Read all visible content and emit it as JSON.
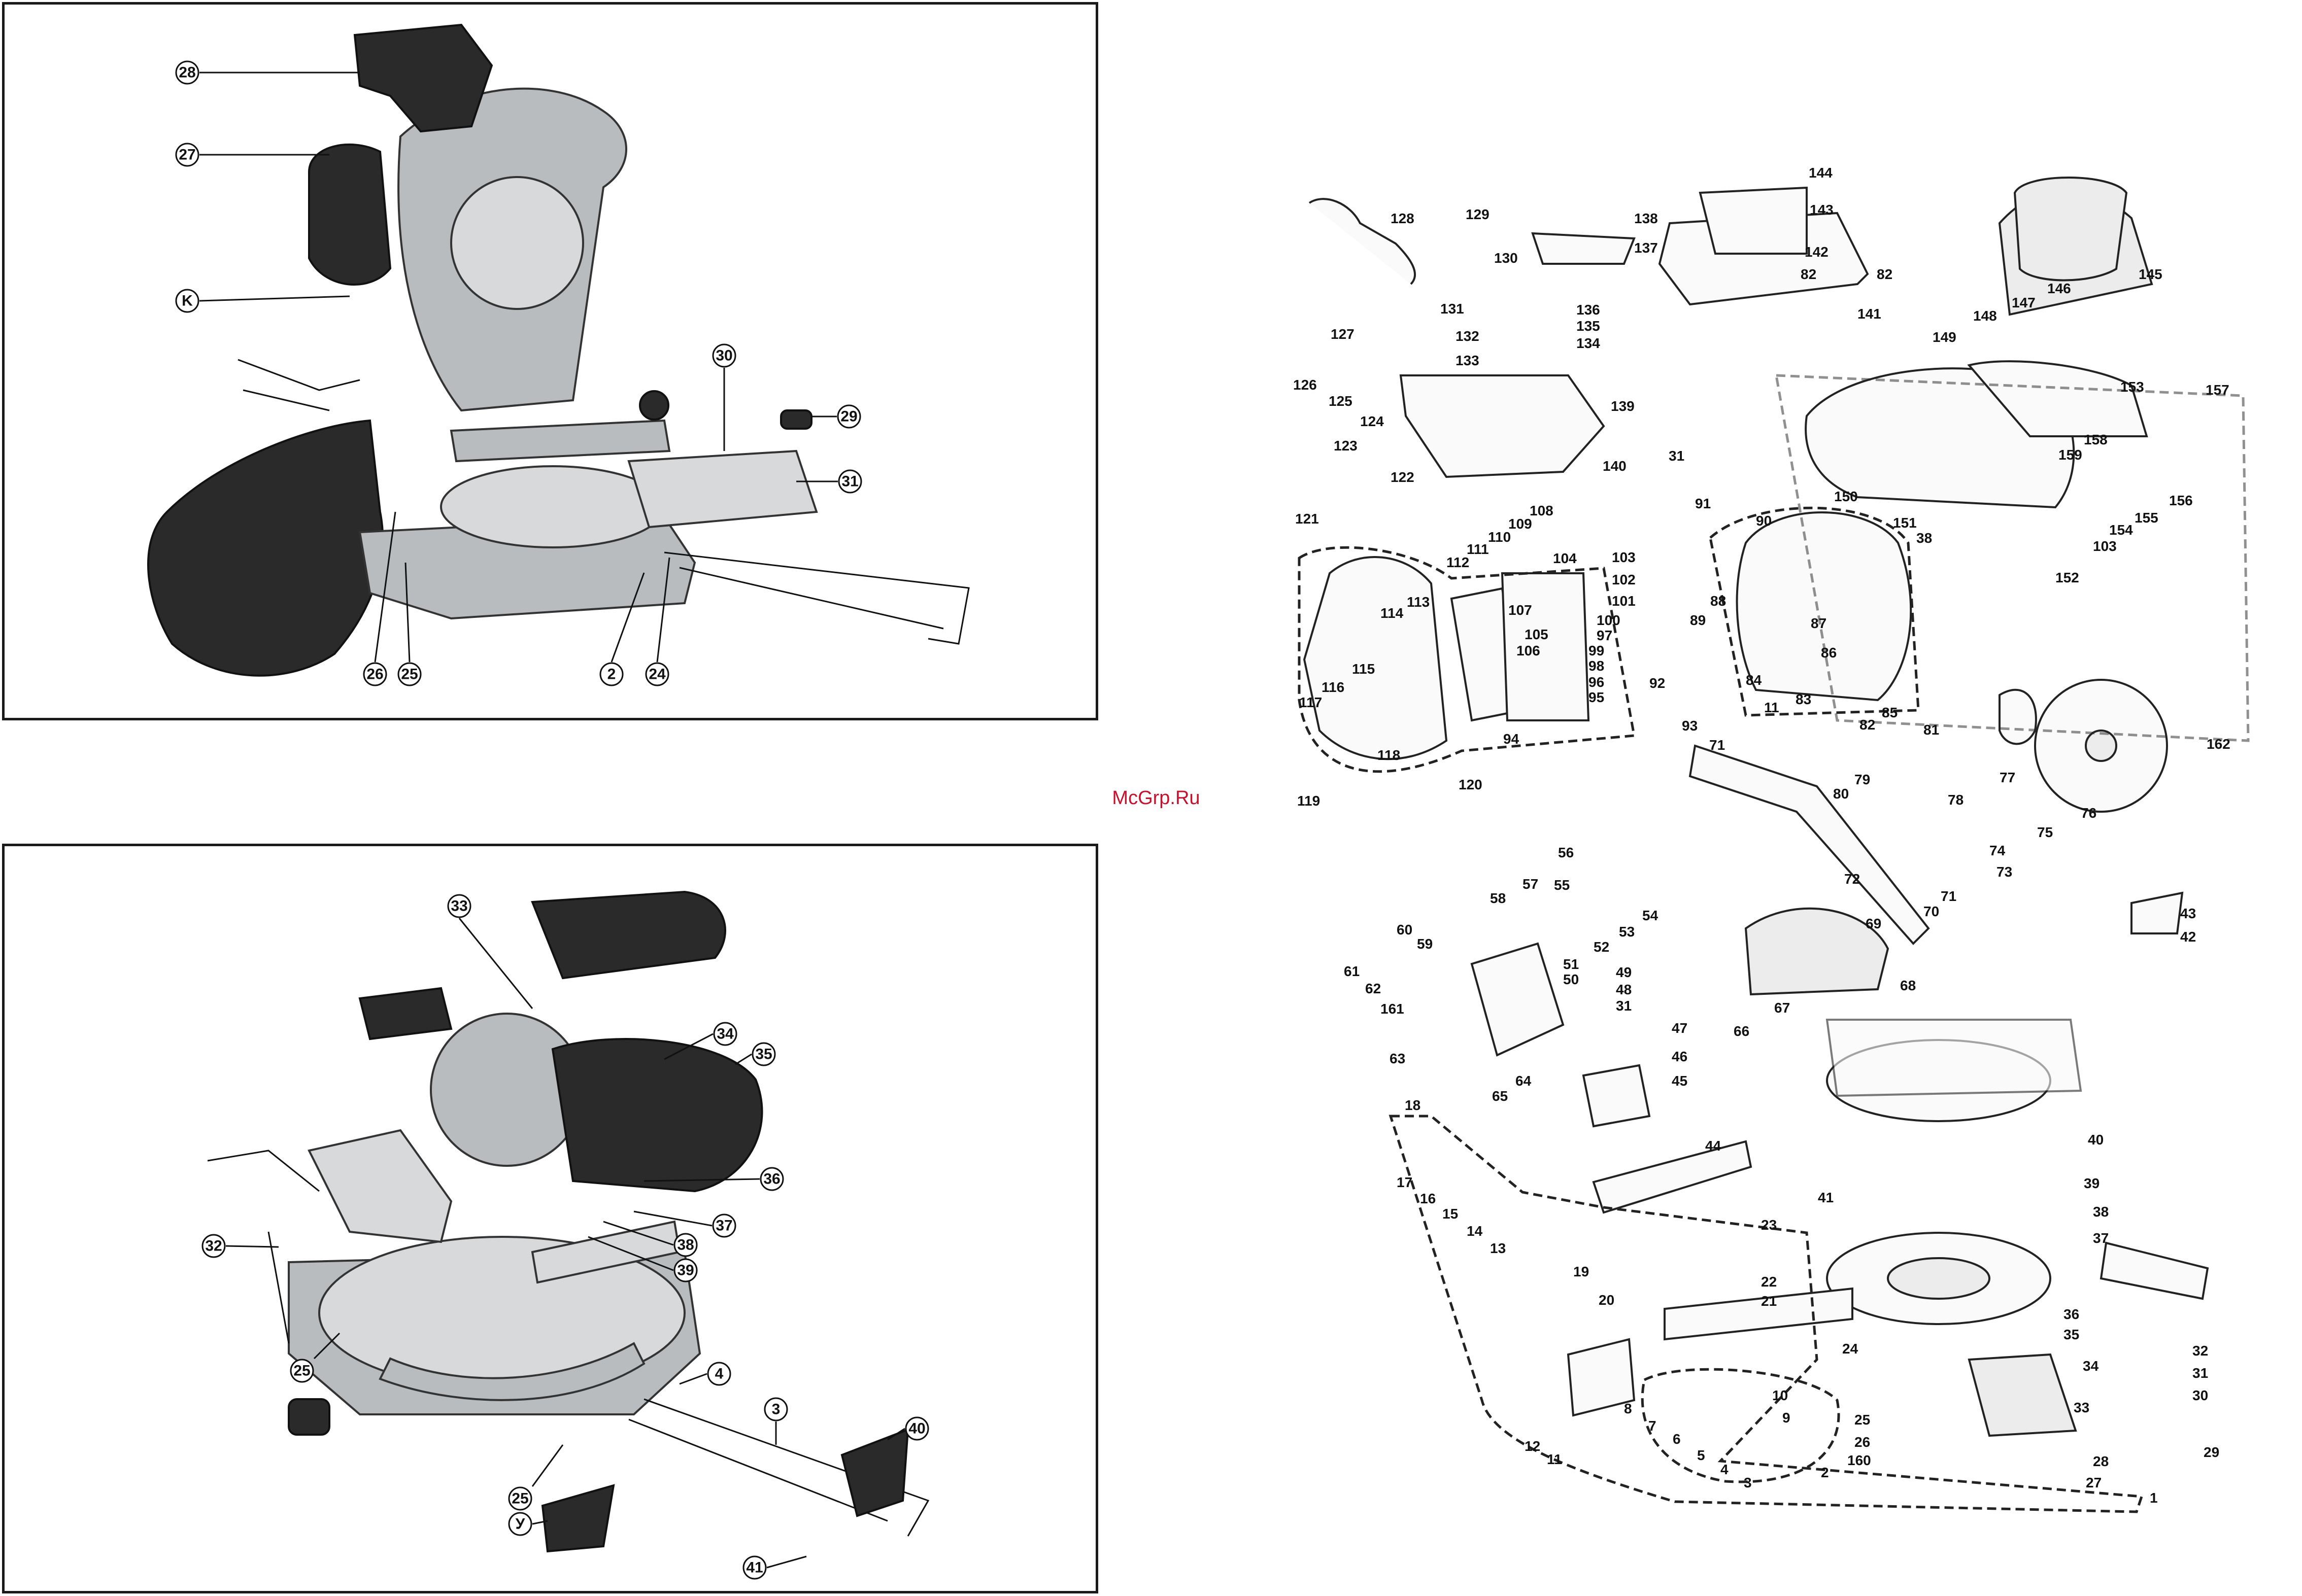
{
  "watermark": "McGrp.Ru",
  "top_photo": {
    "callouts": [
      {
        "label": "28"
      },
      {
        "label": "27"
      },
      {
        "label": "K"
      },
      {
        "label": "30"
      },
      {
        "label": "29"
      },
      {
        "label": "31"
      },
      {
        "label": "26"
      },
      {
        "label": "25"
      },
      {
        "label": "2"
      },
      {
        "label": "24"
      }
    ]
  },
  "bottom_photo": {
    "callouts": [
      {
        "label": "33"
      },
      {
        "label": "34"
      },
      {
        "label": "35"
      },
      {
        "label": "36"
      },
      {
        "label": "37"
      },
      {
        "label": "38"
      },
      {
        "label": "39"
      },
      {
        "label": "32"
      },
      {
        "label": "25"
      },
      {
        "label": "4"
      },
      {
        "label": "3"
      },
      {
        "label": "40"
      },
      {
        "label": "25"
      },
      {
        "label": "У"
      },
      {
        "label": "41"
      }
    ]
  },
  "exploded_diagram": {
    "part_numbers": [
      "144",
      "143",
      "128",
      "129",
      "130",
      "138",
      "137",
      "142",
      "82",
      "82",
      "141",
      "145",
      "146",
      "147",
      "148",
      "149",
      "131",
      "136",
      "135",
      "134",
      "132",
      "133",
      "127",
      "126",
      "125",
      "124",
      "140",
      "139",
      "31",
      "123",
      "122",
      "153",
      "157",
      "158",
      "159",
      "156",
      "155",
      "154",
      "150",
      "151",
      "38",
      "103",
      "152",
      "121",
      "108",
      "109",
      "110",
      "111",
      "112",
      "104",
      "103",
      "102",
      "101",
      "100",
      "97",
      "99",
      "98",
      "96",
      "95",
      "91",
      "90",
      "88",
      "87",
      "86",
      "89",
      "84",
      "83",
      "85",
      "82",
      "92",
      "93",
      "11",
      "81",
      "77",
      "162",
      "76",
      "75",
      "74",
      "73",
      "78",
      "71",
      "79",
      "80",
      "114",
      "113",
      "107",
      "105",
      "106",
      "94",
      "115",
      "116",
      "117",
      "118",
      "119",
      "120",
      "56",
      "57",
      "58",
      "55",
      "54",
      "53",
      "52",
      "51",
      "50",
      "49",
      "48",
      "31",
      "47",
      "46",
      "45",
      "44",
      "60",
      "59",
      "61",
      "62",
      "161",
      "63",
      "64",
      "65",
      "72",
      "69",
      "70",
      "71",
      "68",
      "67",
      "66",
      "43",
      "42",
      "40",
      "39",
      "38",
      "37",
      "18",
      "17",
      "16",
      "15",
      "14",
      "13",
      "19",
      "23",
      "22",
      "21",
      "20",
      "41",
      "24",
      "36",
      "35",
      "34",
      "32",
      "31",
      "30",
      "29",
      "33",
      "28",
      "27",
      "25",
      "26",
      "160",
      "12",
      "11",
      "8",
      "7",
      "6",
      "5",
      "4",
      "3",
      "2",
      "1",
      "10",
      "9"
    ]
  }
}
